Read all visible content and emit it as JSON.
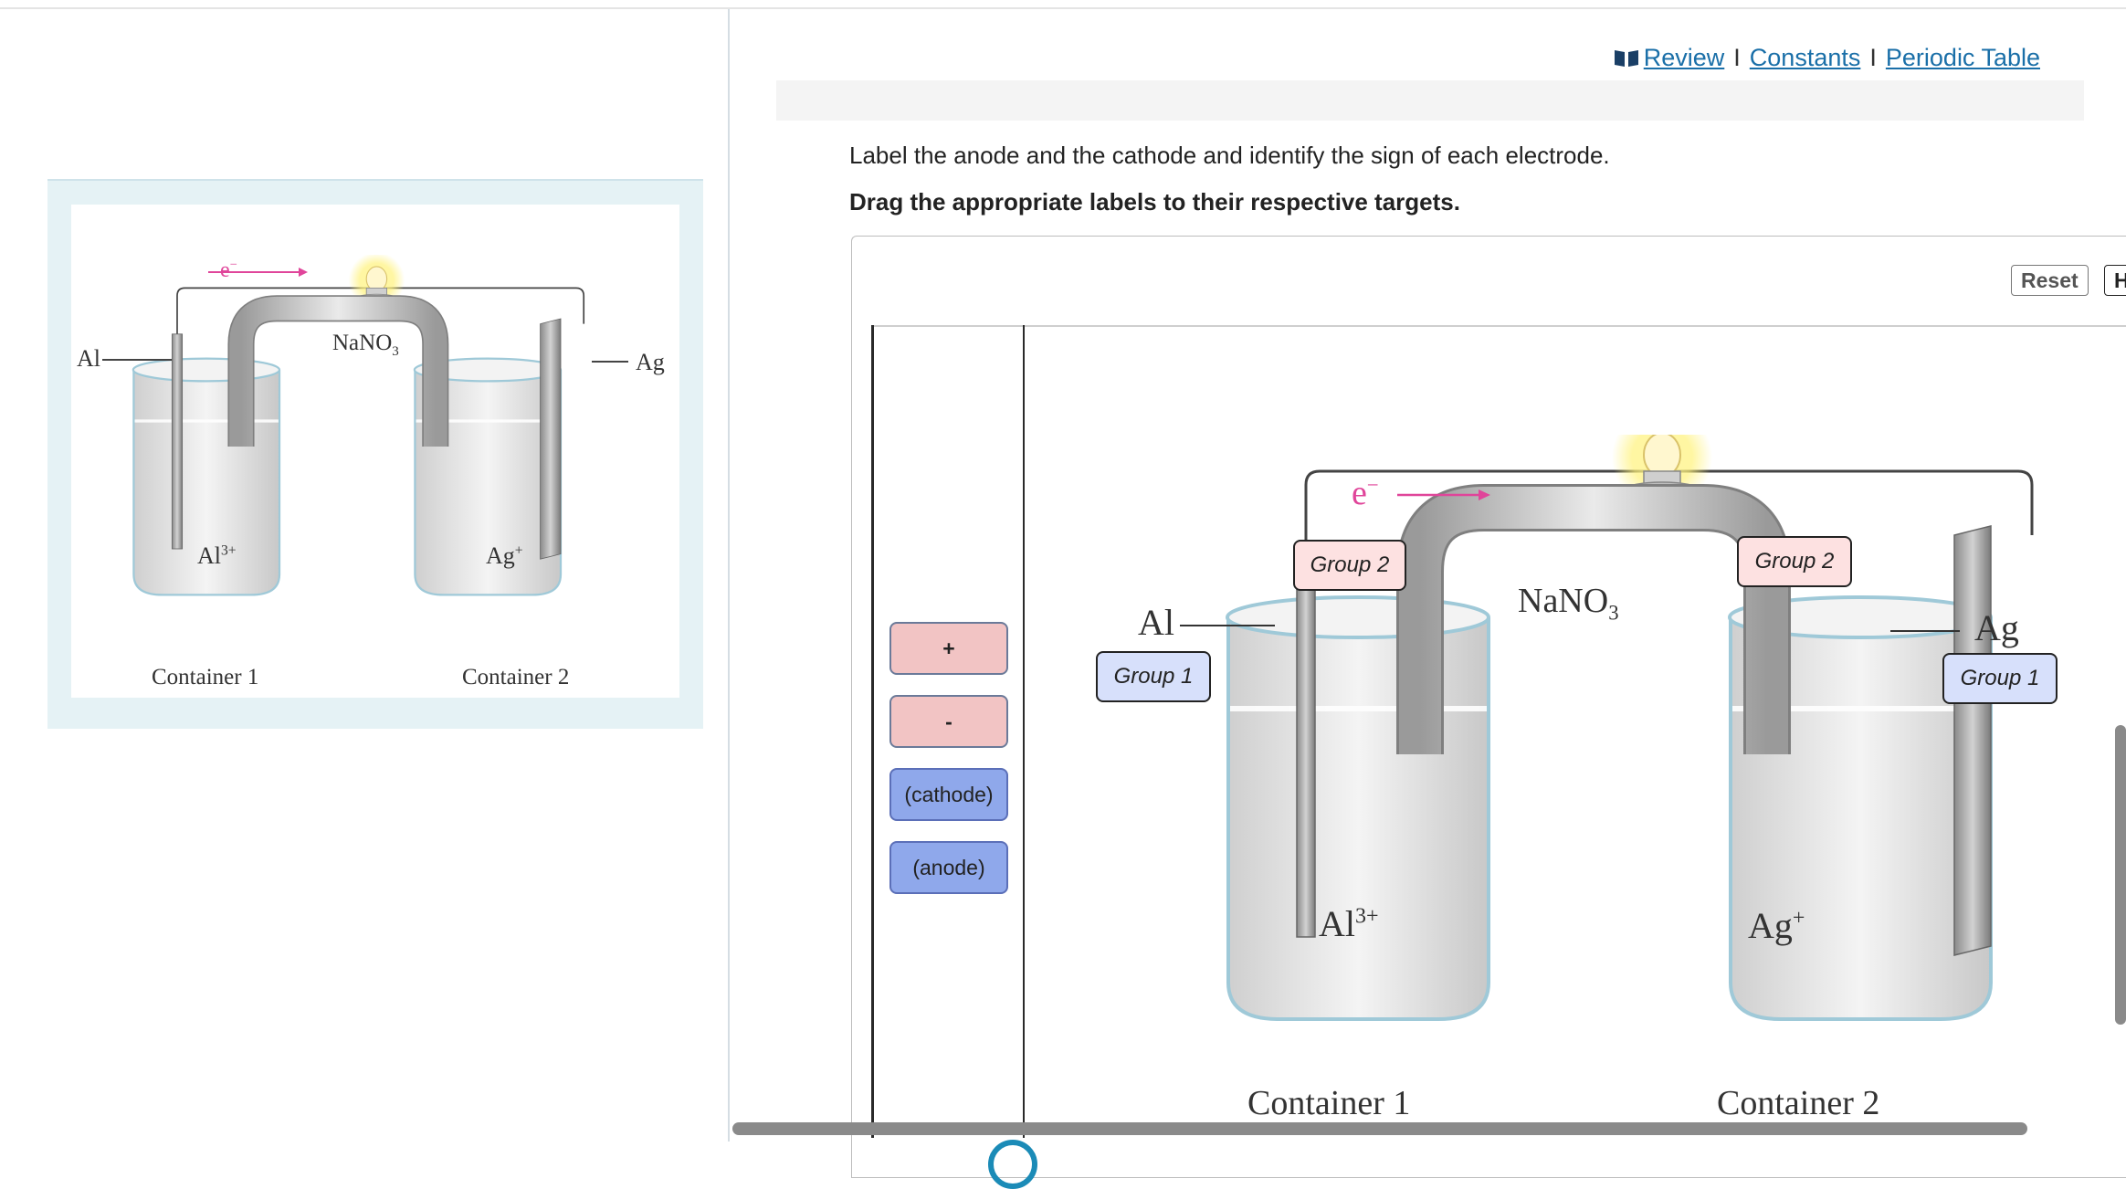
{
  "header": {
    "links": [
      {
        "label": "Review",
        "icon": "book-icon"
      },
      {
        "label": "Constants"
      },
      {
        "label": "Periodic Table"
      }
    ],
    "separator": "I"
  },
  "problem": {
    "instruction": "Label the anode and the cathode and identify the sign of each electrode.",
    "directive": "Drag the appropriate labels to their respective targets."
  },
  "toolbar": {
    "reset_label": "Reset",
    "help_label": "H"
  },
  "label_bank": [
    {
      "label": "+",
      "kind": "pink"
    },
    {
      "label": "-",
      "kind": "pink"
    },
    {
      "label": "(cathode)",
      "kind": "blue"
    },
    {
      "label": "(anode)",
      "kind": "blue"
    }
  ],
  "targets": {
    "left_pink": "Group 2",
    "right_pink": "Group 2",
    "left_blue": "Group 1",
    "right_blue": "Group 1"
  },
  "figure": {
    "electron": "e",
    "electron_charge": "−",
    "electrode_left": "Al",
    "electrode_right": "Ag",
    "salt_bridge_main": "NaNO",
    "salt_bridge_sub": "3",
    "ion_left_main": "Al",
    "ion_left_sup": "3+",
    "ion_right_main": "Ag",
    "ion_right_sup": "+",
    "container_left": "Container 1",
    "container_right": "Container 2"
  },
  "colors": {
    "link": "#1a6fa8",
    "pink_chip": "#f2c4c4",
    "blue_chip": "#8fa8eb",
    "electron_arrow": "#e0459a",
    "bulb_glow": "#fff27a"
  }
}
